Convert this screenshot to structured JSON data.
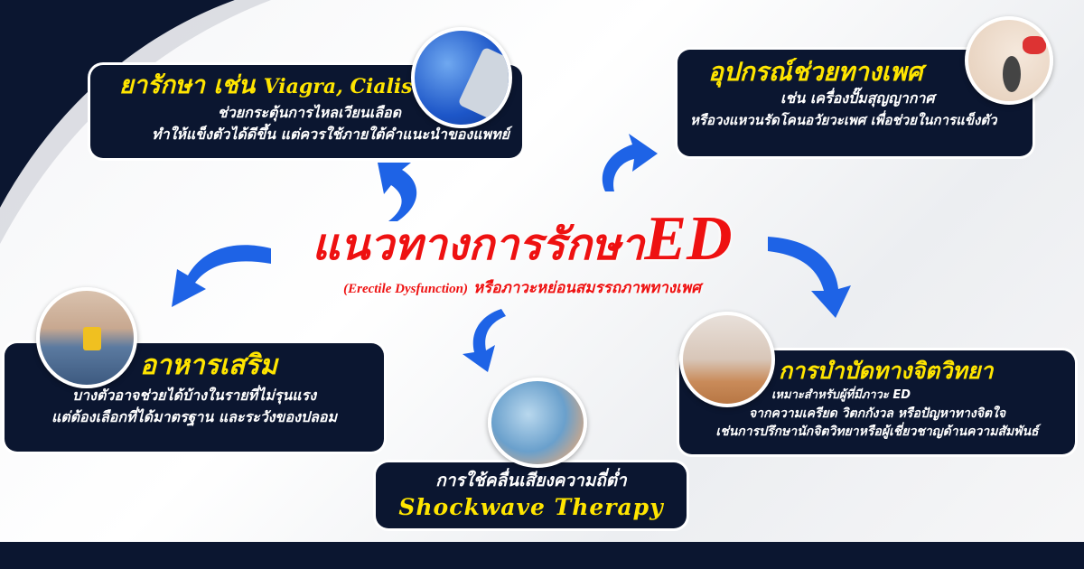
{
  "title": {
    "main": "แนวทางการรักษา",
    "ed": "ED",
    "subtitle_en": "(Erectile Dysfunction)",
    "subtitle_th": "หรือภาวะหย่อนสมรรถภาพทางเพศ"
  },
  "drugs": {
    "heading_th": "ยารักษา เช่น",
    "heading_en": "Viagra, Cialis",
    "lines": [
      "ช่วยกระตุ้นการไหลเวียนเลือด",
      "ทำให้แข็งตัวได้ดีขึ้น แต่ควรใช้ภายใต้คำแนะนำของแพทย์"
    ]
  },
  "devices": {
    "heading": "อุปกรณ์ช่วยทางเพศ",
    "lines": [
      "เช่น เครื่องปั๊มสุญญากาศ",
      "หรือวงแหวนรัดโคนอวัยวะเพศ เพื่อช่วยในการแข็งตัว"
    ]
  },
  "supplements": {
    "heading": "อาหารเสริม",
    "lines": [
      "บางตัวอาจช่วยได้บ้างในรายที่ไม่รุนแรง",
      "แต่ต้องเลือกที่ได้มาตรฐาน และระวังของปลอม"
    ]
  },
  "psychotherapy": {
    "heading": "การบำบัดทางจิตวิทยา",
    "lines": [
      "เหมาะสำหรับผู้ที่มีภาวะ ED",
      "จากความเครียด วิตกกังวล หรือปัญหาทางจิตใจ",
      "เช่นการปรึกษานักจิตวิทยาหรือผู้เชี่ยวชาญด้านความสัมพันธ์"
    ]
  },
  "shockwave": {
    "line": "การใช้คลื่นเสียงความถี่ต่ำ",
    "heading": "Shockwave Therapy"
  },
  "colors": {
    "navy": "#0b1630",
    "yellow": "#ffe500",
    "red": "#ee1111",
    "arrow_blue": "#1e63e6"
  }
}
